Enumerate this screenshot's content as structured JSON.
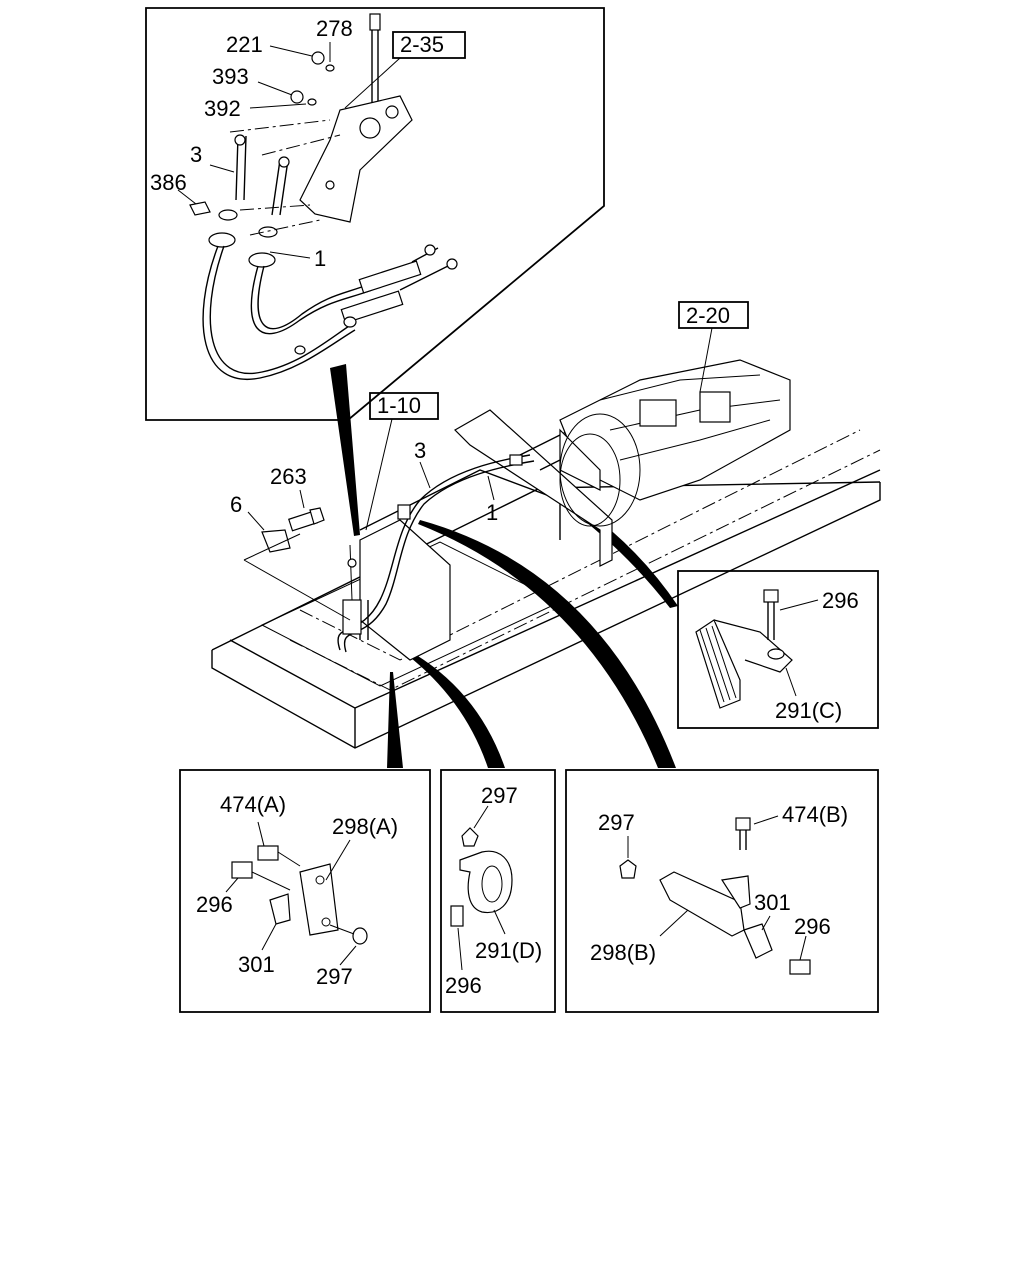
{
  "refs": {
    "r_2_35": "2-35",
    "r_2_20": "2-20",
    "r_1_10": "1-10"
  },
  "top_panel": {
    "p221": "221",
    "p278": "278",
    "p393": "393",
    "p392": "392",
    "p3": "3",
    "p386": "386",
    "p1": "1"
  },
  "main_view": {
    "p263": "263",
    "p6": "6",
    "p3": "3",
    "p1": "1"
  },
  "panel_c": {
    "p296": "296",
    "p291c": "291(C)"
  },
  "panel_a": {
    "p474a": "474(A)",
    "p298a": "298(A)",
    "p296": "296",
    "p301": "301",
    "p297": "297"
  },
  "panel_d": {
    "p297": "297",
    "p291d": "291(D)",
    "p296": "296"
  },
  "panel_b": {
    "p297": "297",
    "p474b": "474(B)",
    "p301": "301",
    "p296": "296",
    "p298b": "298(B)"
  }
}
